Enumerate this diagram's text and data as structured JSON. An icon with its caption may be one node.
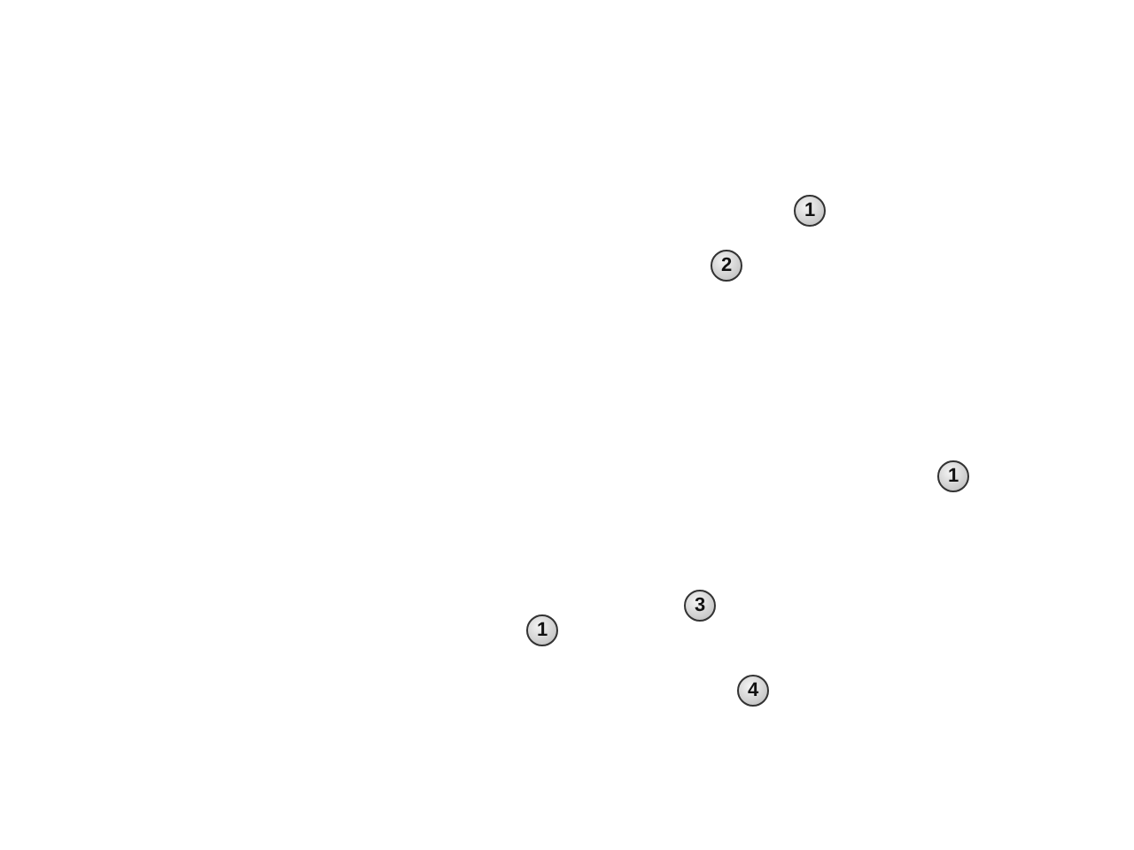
{
  "diagram": {
    "labels": [
      "1",
      "2",
      "1",
      "3",
      "1",
      "4"
    ]
  }
}
